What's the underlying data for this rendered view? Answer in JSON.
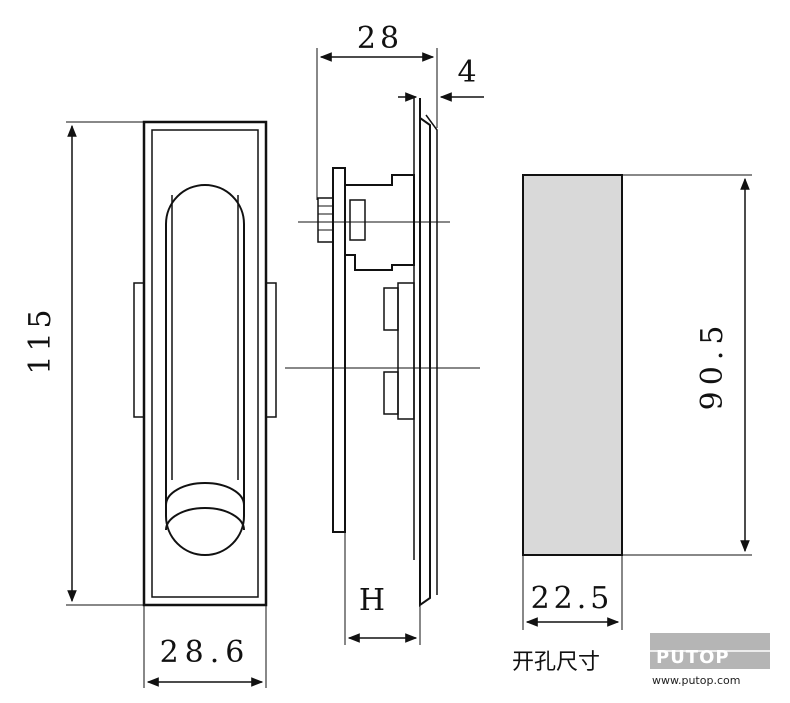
{
  "dimensions": {
    "height_115": "115",
    "width_28_6": "28.6",
    "depth_28": "28",
    "offset_4": "4",
    "variable_h": "H",
    "cutout_width": "22.5",
    "cutout_height": "90.5"
  },
  "caption": "开孔尺寸",
  "logo": {
    "brand": "PUTOP",
    "url": "www.putop.com"
  },
  "colors": {
    "line": "#111111",
    "cutout_fill": "#d9d9d9",
    "logo_bg": "#b5b5b5"
  }
}
